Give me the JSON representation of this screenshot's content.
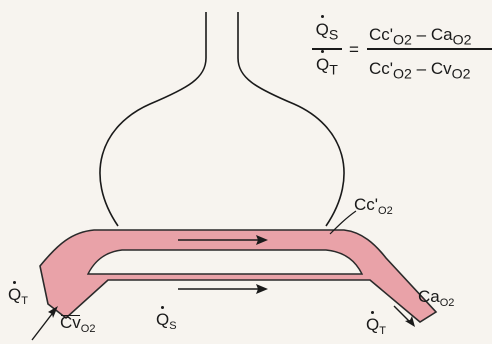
{
  "equation": {
    "lhs_numerator": {
      "base": "Q",
      "sub": "S"
    },
    "lhs_denominator": {
      "base": "Q",
      "sub": "T"
    },
    "equals": "=",
    "rhs_numerator": {
      "t1": "Cc'",
      "t1_sub": "O2",
      "op": " – ",
      "t2": "Ca",
      "t2_sub": "O2"
    },
    "rhs_denominator": {
      "t1": "Cc'",
      "t1_sub": "O2",
      "op": " – ",
      "t2": "Cv",
      "t2_sub": "O2"
    }
  },
  "labels": {
    "capillary": {
      "base": "Cc'",
      "sub": "O2"
    },
    "arterial": {
      "base": "Ca",
      "sub": "O2"
    },
    "venous": {
      "base": "Cv",
      "sub": "O2"
    },
    "inflow": {
      "base": "Q",
      "sub": "T"
    },
    "shunt": {
      "base": "Q",
      "sub": "S"
    },
    "outflow": {
      "base": "Q",
      "sub": "T"
    }
  },
  "colors": {
    "vessel_fill": "#e9a2a8",
    "vessel_stroke": "#2a2a2a",
    "alveolus_stroke": "#1a1a1a",
    "background": "#f7f4ef"
  }
}
